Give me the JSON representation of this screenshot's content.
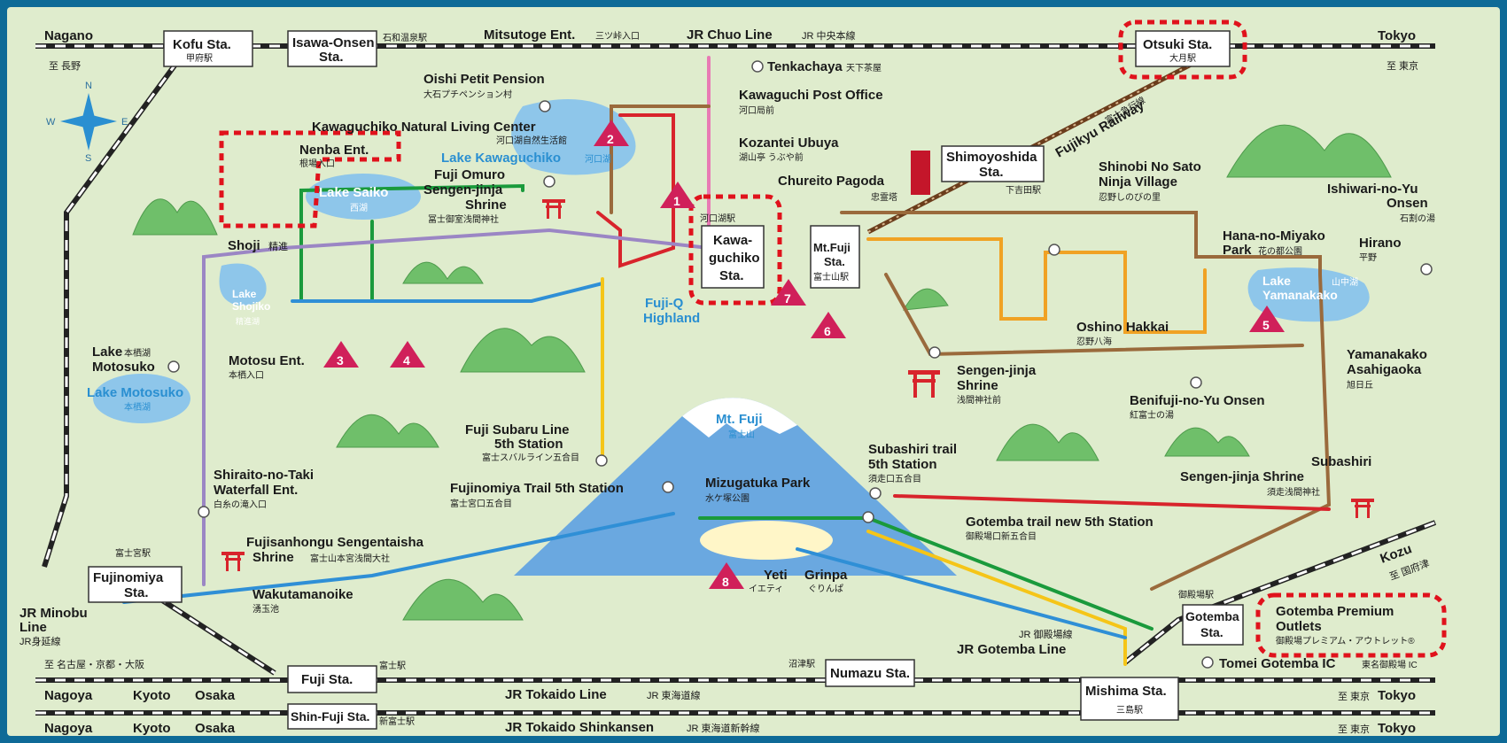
{
  "colors": {
    "background": "#dfeccd",
    "frame": "#0e6a97",
    "red_line": "#d8242c",
    "green_line": "#1a9a3c",
    "purple_line": "#9b86c4",
    "blue_line": "#2f8fd6",
    "yellow_line": "#f5c518",
    "orange_line": "#f0a224",
    "brown_line": "#9a6a3c",
    "pink_line": "#e87ab4",
    "highlight": "#e0121c",
    "badge": "#d0205a",
    "lake": "#8ec6ea",
    "mountain": "#6aa8e0"
  },
  "compass": {
    "n": "N",
    "s": "S",
    "e": "E",
    "w": "W"
  },
  "rail": {
    "nagano": "Nagano",
    "nagano_jp": "至 長野",
    "tokyo": "Tokyo",
    "tokyo_jp": "至 東京",
    "chuo_line": "JR Chuo Line",
    "chuo_line_jp": "JR 中央本線",
    "fujikyu": "Fujikyu Railway",
    "fujikyu_jp": "富士急行線",
    "nagoya": "Nagoya",
    "kyoto": "Kyoto",
    "osaka": "Osaka",
    "west_jp": "至 名古屋・京都・大阪",
    "tokaido_line": "JR Tokaido Line",
    "tokaido_line_jp": "JR 東海道線",
    "shinkansen": "JR Tokaido Shinkansen",
    "shinkansen_jp": "JR 東海道新幹線",
    "gotemba_line": "JR Gotemba Line",
    "gotemba_line_jp": "JR 御殿場線",
    "minobu_line": "JR Minobu",
    "minobu_line2": "Line",
    "minobu_line_jp": "JR身延線",
    "kozu": "Kozu",
    "kozu_jp": "至 国府津"
  },
  "stations": {
    "kofu": "Kofu Sta.",
    "kofu_jp": "甲府駅",
    "isawa1": "Isawa-Onsen",
    "isawa2": "Sta.",
    "isawa_jp": "石和温泉駅",
    "otsuki": "Otsuki Sta.",
    "otsuki_jp": "大月駅",
    "shimoyoshida1": "Shimoyoshida",
    "shimoyoshida2": "Sta.",
    "shimoyoshida_jp": "下吉田駅",
    "kawaguchiko1": "Kawa-",
    "kawaguchiko2": "guchiko",
    "kawaguchiko3": "Sta.",
    "kawaguchiko_jp": "河口湖駅",
    "mtfuji1": "Mt.Fuji",
    "mtfuji2": "Sta.",
    "mtfuji_jp": "富士山駅",
    "fujinomiya1": "Fujinomiya",
    "fujinomiya2": "Sta.",
    "fujinomiya_jp": "富士宮駅",
    "fuji": "Fuji Sta.",
    "fuji_jp": "富士駅",
    "shinfuji": "Shin-Fuji Sta.",
    "shinfuji_jp": "新富士駅",
    "numazu": "Numazu Sta.",
    "numazu_jp": "沼津駅",
    "mishima": "Mishima Sta.",
    "mishima_jp": "三島駅",
    "gotemba1": "Gotemba",
    "gotemba2": "Sta.",
    "gotemba_jp": "御殿場駅"
  },
  "places": {
    "mitsutoge": "Mitsutoge Ent.",
    "mitsutoge_jp": "三ツ峠入口",
    "tenkachaya": "Tenkachaya",
    "tenkachaya_jp": "天下茶屋",
    "oishi": "Oishi Petit Pension",
    "oishi_jp": "大石プチペンション村",
    "kawaguchi_po": "Kawaguchi Post Office",
    "kawaguchi_po_jp": "河口局前",
    "natural_living": "Kawaguchiko Natural Living Center",
    "natural_living_jp": "河口湖自然生活館",
    "kozantei": "Kozantei Ubuya",
    "kozantei_jp": "湖山亭 うぶや前",
    "nenba": "Nenba Ent.",
    "nenba_jp": "根場入口",
    "lake_kawaguchiko": "Lake Kawaguchiko",
    "lake_kawaguchiko_jp": "河口湖",
    "omuro1": "Fuji Omuro",
    "omuro2": "Sengen-jinja",
    "omuro3": "Shrine",
    "omuro_jp": "冨士御室浅間神社",
    "lake_saiko": "Lake Saiko",
    "lake_saiko_jp": "西湖",
    "chureito": "Chureito Pagoda",
    "chureito_jp": "忠霊塔",
    "kawaguchiko_sta_jp": "河口湖駅",
    "shinobi1": "Shinobi No Sato",
    "shinobi2": "Ninja Village",
    "shinobi_jp": "忍野しのびの里",
    "ishiwari1": "Ishiwari-no-Yu",
    "ishiwari2": "Onsen",
    "ishiwari_jp": "石割の湯",
    "shoji": "Shoji",
    "shoji_jp": "精進",
    "lake_shojiko1": "Lake",
    "lake_shojiko2": "Shojiko",
    "lake_shojiko_jp": "精進湖",
    "hanano1": "Hana-no-Miyako",
    "hanano2": "Park",
    "hanano_jp": "花の都公園",
    "hirano": "Hirano",
    "hirano_jp": "平野",
    "fujiq1": "Fuji-Q",
    "fujiq2": "Highland",
    "oshino": "Oshino Hakkai",
    "oshino_jp": "忍野八海",
    "lake_yamanakako1": "Lake",
    "lake_yamanakako2": "Yamanakako",
    "lake_yamanakako_jp": "山中湖",
    "lake_motosuko1": "Lake",
    "lake_motosuko2": "Motosuko",
    "lake_motosuko_jp": "本栖湖",
    "motosu": "Motosu Ent.",
    "motosu_jp": "本栖入口",
    "lake_motosuko_map": "Lake Motosuko",
    "lake_motosuko_map_jp": "本栖湖",
    "sengen1": "Sengen-jinja",
    "sengen2": "Shrine",
    "sengen_jp": "浅間神社前",
    "yamanakako_asahi1": "Yamanakako",
    "yamanakako_asahi2": "Asahigaoka",
    "yamanakako_asahi_jp": "旭日丘",
    "benifuji": "Benifuji-no-Yu Onsen",
    "benifuji_jp": "紅富士の湯",
    "mtfuji": "Mt. Fuji",
    "mtfuji_jp": "富士山",
    "subaru1": "Fuji Subaru Line",
    "subaru2": "5th Station",
    "subaru_jp": "富士スバルライン五合目",
    "shiraito1": "Shiraito-no-Taki",
    "shiraito2": "Waterfall Ent.",
    "shiraito_jp": "白糸の滝入口",
    "subashiri_trail1": "Subashiri trail",
    "subashiri_trail2": "5th Station",
    "subashiri_trail_jp": "須走口五合目",
    "fujinomiya_trail": "Fujinomiya Trail 5th Station",
    "fujinomiya_trail_jp": "富士宮口五合目",
    "mizugatuka": "Mizugatuka Park",
    "mizugatuka_jp": "水ケ塚公園",
    "subashiri_shrine1": "Subashiri",
    "subashiri_shrine2": "Sengen-jinja Shrine",
    "subashiri_shrine_jp": "須走浅間神社",
    "gotemba_trail": "Gotemba trail new 5th Station",
    "gotemba_trail_jp": "御殿場口新五合目",
    "hongu1": "Fujisanhongu Sengentaisha",
    "hongu2": "Shrine",
    "hongu_jp": "富士山本宮浅間大社",
    "wakutama": "Wakutamanoike",
    "wakutama_jp": "湧玉池",
    "yeti": "Yeti",
    "yeti_jp": "イエティ",
    "grinpa": "Grinpa",
    "grinpa_jp": "ぐりんぱ",
    "premium1": "Gotemba Premium",
    "premium2": "Outlets",
    "premium_jp": "御殿場プレミアム・アウトレット®",
    "tomei": "Tomei Gotemba IC",
    "tomei_jp": "東名御殿場 IC"
  },
  "badges": [
    "1",
    "2",
    "3",
    "4",
    "5",
    "6",
    "7",
    "8"
  ]
}
